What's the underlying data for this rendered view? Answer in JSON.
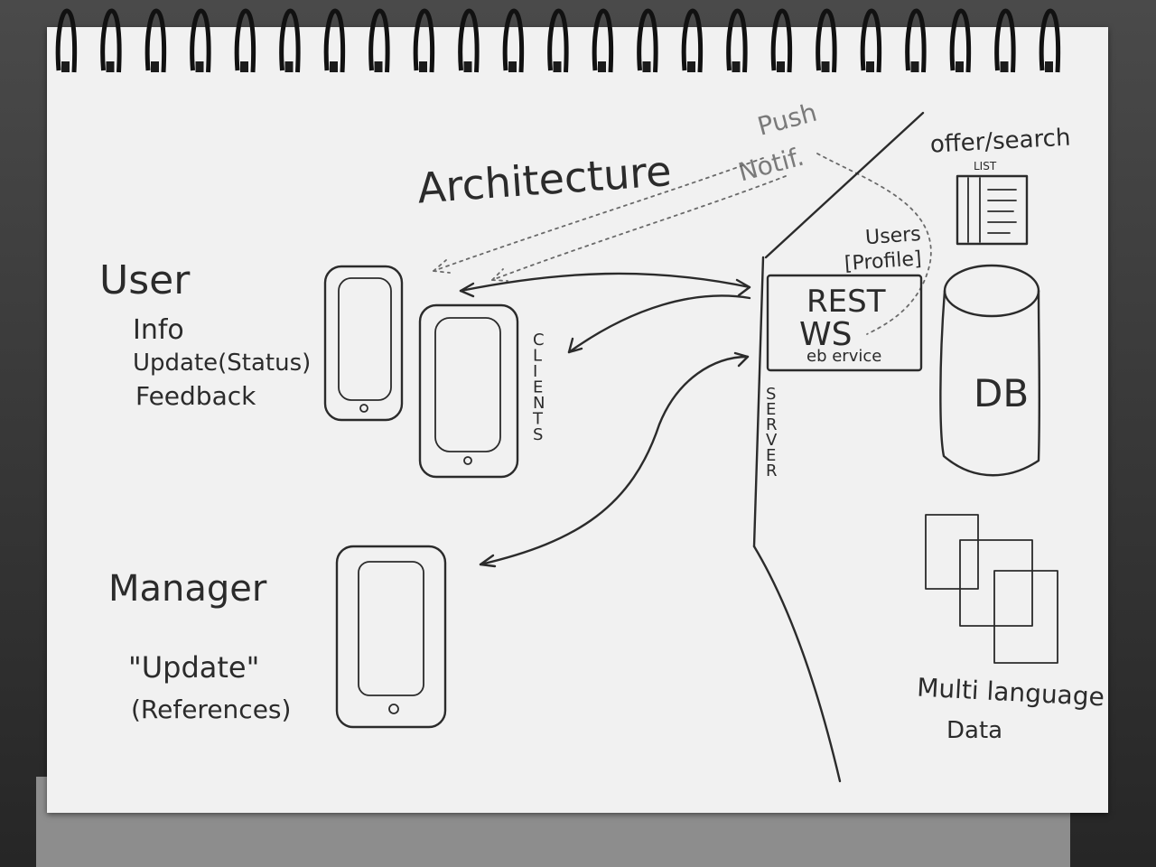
{
  "title": "Architecture",
  "push": {
    "line1": "Push",
    "line2": "Notif."
  },
  "user": {
    "heading": "User",
    "items": [
      "Info",
      "Update(Status)",
      "Feedback"
    ]
  },
  "manager": {
    "heading": "Manager",
    "items": [
      "\"Update\"",
      "(References)"
    ]
  },
  "clients_label": "CLIENTS",
  "server_label": "SERVER",
  "users_profile": {
    "line1": "Users",
    "line2": "[Profile]"
  },
  "rest_ws": {
    "line1": "REST",
    "line2": "WS",
    "line3": "eb ervice"
  },
  "offer_search": {
    "line1": "offer/search",
    "line2": "LIST"
  },
  "db_label": "DB",
  "multilang": {
    "line1": "Multi language",
    "line2": "Data"
  },
  "colors": {
    "ink": "#2b2b2b",
    "paper": "#f1f1f1",
    "ring": "#111111"
  }
}
